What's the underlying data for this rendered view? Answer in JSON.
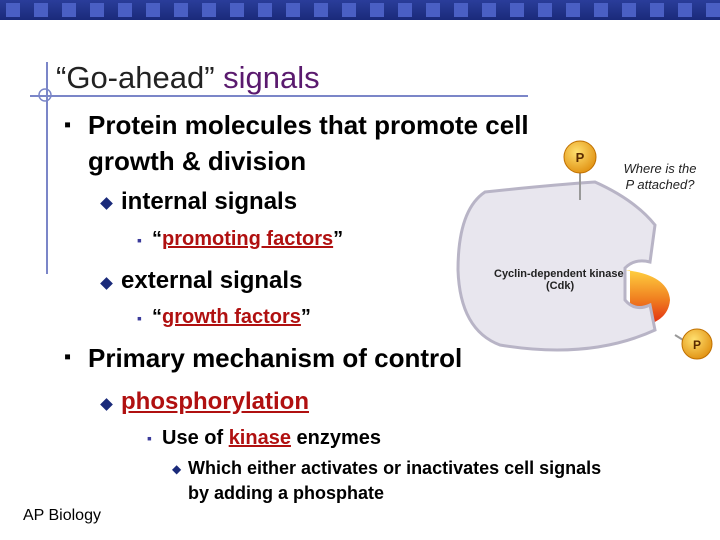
{
  "title": {
    "quote_open": "“",
    "main": "Go-ahead",
    "quote_close": "”",
    "rest": " signals"
  },
  "bullets": {
    "b1_line1": "Protein molecules that promote cell",
    "b1_line2": "growth & division",
    "internal": "internal signals",
    "promoting_open": "“",
    "promoting": "promoting factors",
    "promoting_close": "”",
    "external": "external signals",
    "growth_open": "“",
    "growth": "growth factors",
    "growth_close": "”",
    "b2": "Primary mechanism of control",
    "phosphorylation": "phosphorylation",
    "use_of": "Use of ",
    "kinase": "kinase",
    "enzymes": " enzymes",
    "which_line1": "Which either activates or inactivates cell signals",
    "which_line2": "by adding a phosphate"
  },
  "diagram": {
    "p_top": "P",
    "p_right": "P",
    "cdk_line1": "Cyclin-dependent kinase",
    "cdk_line2": "(Cdk)",
    "note": "Where is the P attached?"
  },
  "footer": "AP Biology",
  "colors": {
    "title": "#5a1a6e",
    "highlight": "#b01010",
    "topbar": "#2a3d9a",
    "protein": "#e8e6ee",
    "phosphate": "#f0a020"
  }
}
